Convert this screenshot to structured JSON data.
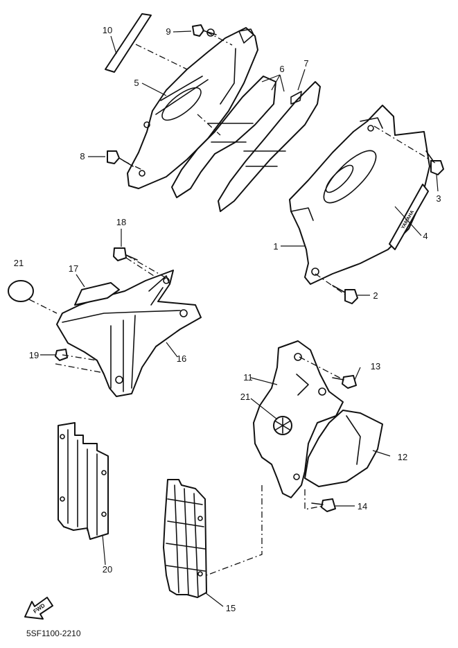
{
  "diagram_code": "5SF1100-2210",
  "fwd_label": "FWD",
  "decal_text": "YAMAHA",
  "callouts": [
    {
      "id": "c1",
      "label": "1"
    },
    {
      "id": "c2",
      "label": "2"
    },
    {
      "id": "c3",
      "label": "3"
    },
    {
      "id": "c4",
      "label": "4"
    },
    {
      "id": "c5",
      "label": "5"
    },
    {
      "id": "c6",
      "label": "6"
    },
    {
      "id": "c7",
      "label": "7"
    },
    {
      "id": "c8",
      "label": "8"
    },
    {
      "id": "c9",
      "label": "9"
    },
    {
      "id": "c10",
      "label": "10"
    },
    {
      "id": "c11",
      "label": "11"
    },
    {
      "id": "c12",
      "label": "12"
    },
    {
      "id": "c13",
      "label": "13"
    },
    {
      "id": "c14",
      "label": "14"
    },
    {
      "id": "c15",
      "label": "15"
    },
    {
      "id": "c16",
      "label": "16"
    },
    {
      "id": "c17",
      "label": "17"
    },
    {
      "id": "c18",
      "label": "18"
    },
    {
      "id": "c19",
      "label": "19"
    },
    {
      "id": "c20",
      "label": "20"
    },
    {
      "id": "c21a",
      "label": "21"
    },
    {
      "id": "c21b",
      "label": "21"
    }
  ]
}
